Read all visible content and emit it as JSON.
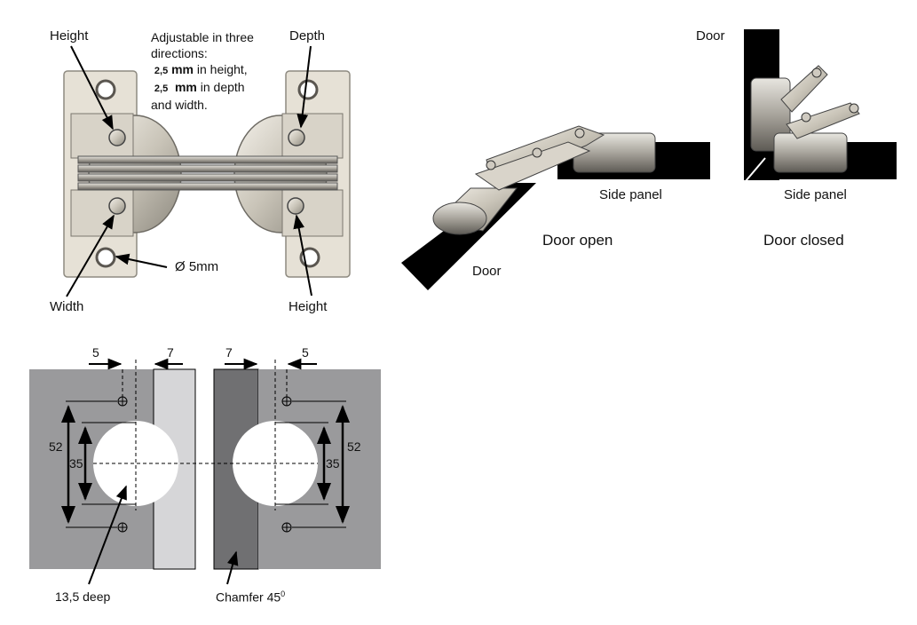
{
  "labels": {
    "height_top": "Height",
    "depth": "Depth",
    "width": "Width",
    "height_bottom": "Height",
    "diameter": "Ø 5mm",
    "door_open_door": "Door",
    "door_open_side_panel": "Side panel",
    "door_open_caption": "Door open",
    "door_closed_door": "Door",
    "door_closed_side_panel": "Side panel",
    "door_closed_caption": "Door closed",
    "depth_13_5": "13,5 deep",
    "chamfer_text": "Chamfer 45",
    "chamfer_sup": "0"
  },
  "note": {
    "line1": "Adjustable in three",
    "line2": "directions:",
    "line3_num": "2,5",
    "line3_unit": "mm",
    "line3_rest": " in height,",
    "line4_num": "2,5",
    "line4_unit": "mm",
    "line4_rest": " in depth",
    "line5": "and width."
  },
  "dimensions": {
    "offset_left": "5",
    "gap_left": "7",
    "gap_right": "7",
    "offset_right": "5",
    "outer_left": "52",
    "inner_left": "35",
    "inner_right": "35",
    "outer_right": "52"
  }
}
